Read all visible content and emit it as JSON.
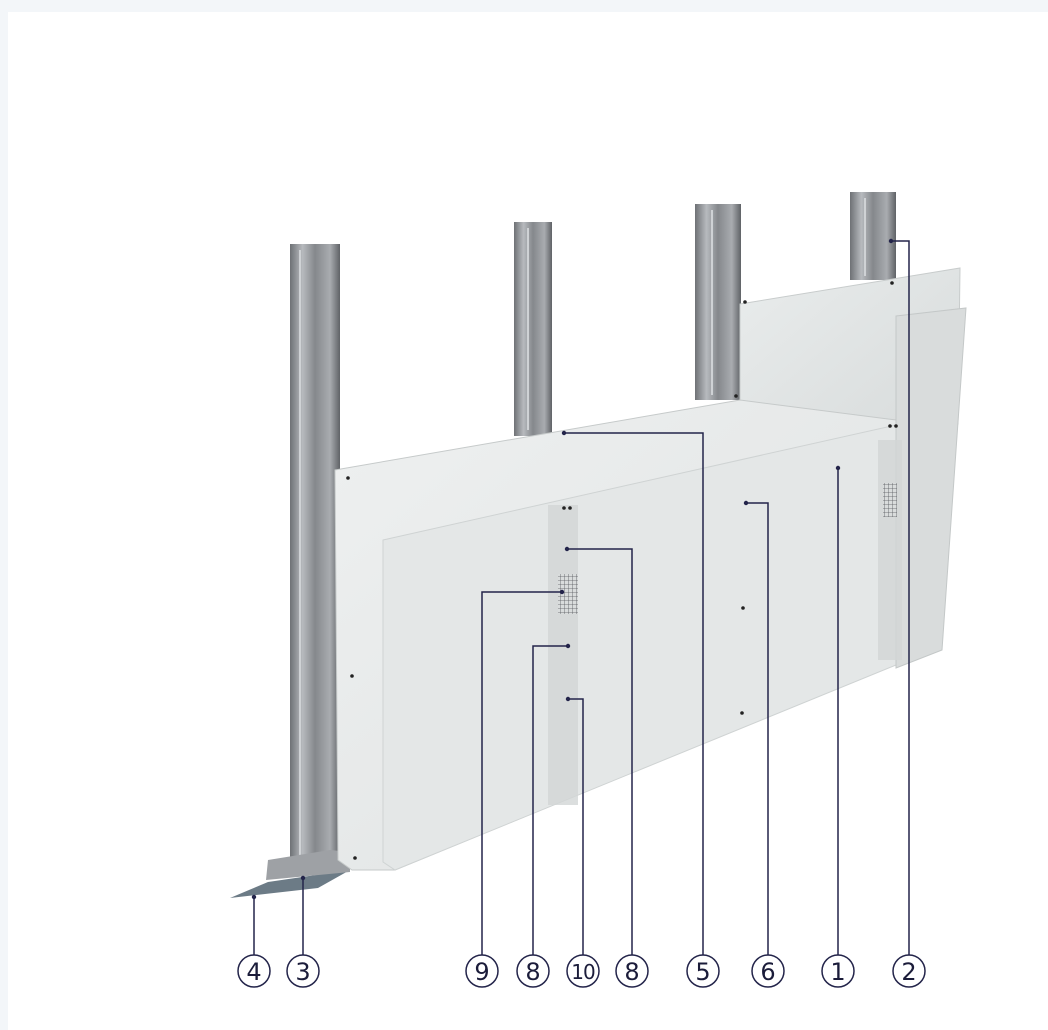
{
  "diagram": {
    "callouts": [
      {
        "id": "c4",
        "label": "4"
      },
      {
        "id": "c3",
        "label": "3"
      },
      {
        "id": "c9",
        "label": "9"
      },
      {
        "id": "c8a",
        "label": "8"
      },
      {
        "id": "c10",
        "label": "10"
      },
      {
        "id": "c8b",
        "label": "8"
      },
      {
        "id": "c5",
        "label": "5"
      },
      {
        "id": "c6",
        "label": "6"
      },
      {
        "id": "c1",
        "label": "1"
      },
      {
        "id": "c2",
        "label": "2"
      }
    ]
  },
  "colors": {
    "leader_line": "#23244a",
    "board": "#e7eaea",
    "stud_steel": "#8e9195"
  }
}
